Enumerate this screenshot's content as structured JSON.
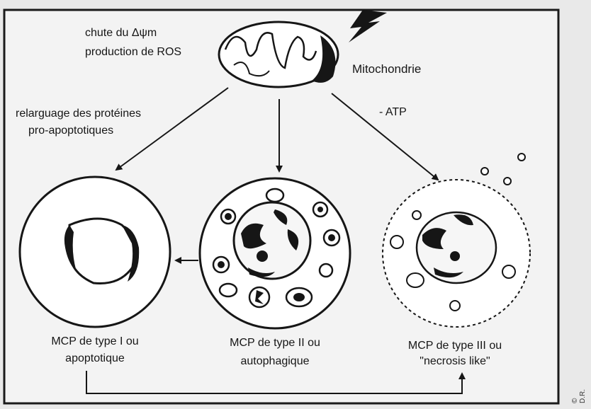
{
  "mitochondria": {
    "effects_line1": "chute du Δψm",
    "effects_line2": "production de ROS",
    "label": "Mitochondrie"
  },
  "pathways": {
    "left_line1": "relarguage des protéines",
    "left_line2": "pro-apoptotiques",
    "right": "- ATP"
  },
  "cells": [
    {
      "line1": "MCP de type I ou",
      "line2": "apoptotique"
    },
    {
      "line1": "MCP de type II ou",
      "line2": "autophagique"
    },
    {
      "line1": "MCP de type III ou",
      "line2": "\"necrosis like\""
    }
  ],
  "credit": "© D.R.",
  "colors": {
    "ink": "#161616",
    "paper": "#ffffff",
    "background": "#e9e9e9"
  }
}
